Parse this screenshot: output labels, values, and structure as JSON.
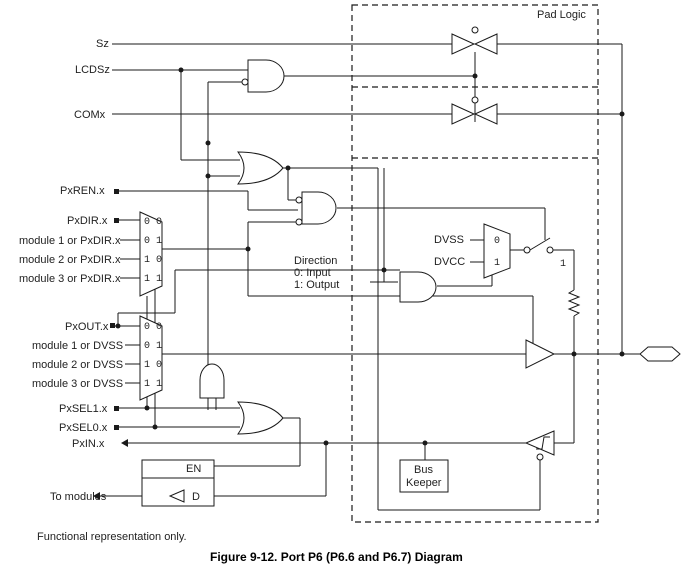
{
  "diagram": {
    "caption": "Figure 9-12. Port P6 (P6.6 and P6.7) Diagram",
    "note": "Functional representation only.",
    "pad_logic": "Pad Logic",
    "signals": {
      "sz": "Sz",
      "lcdsz": "LCDSz",
      "comx": "COMx",
      "pxren": "PxREN.x",
      "pxdir": "PxDIR.x",
      "mod1_dir": "module 1 or PxDIR.x",
      "mod2_dir": "module 2 or PxDIR.x",
      "mod3_dir": "module 3 or PxDIR.x",
      "pxout": "PxOUT.x",
      "mod1_out": "module 1 or DVSS",
      "mod2_out": "module 2 or DVSS",
      "mod3_out": "module 3 or DVSS",
      "pxsel1": "PxSEL1.x",
      "pxsel0": "PxSEL0.x",
      "pxin": "PxIN.x",
      "to_modules": "To modules"
    },
    "mux_codes": [
      "0 0",
      "0 1",
      "1 0",
      "1 1"
    ],
    "direction": {
      "title": "Direction",
      "line1": "0: Input",
      "line2": "1: Output"
    },
    "supply": {
      "dvss": "DVSS",
      "dvcc": "DVCC",
      "sel0": "0",
      "sel1": "1",
      "switch_1": "1"
    },
    "latch": {
      "en": "EN",
      "d": "D"
    },
    "bus_keeper": {
      "line1": "Bus",
      "line2": "Keeper"
    }
  }
}
